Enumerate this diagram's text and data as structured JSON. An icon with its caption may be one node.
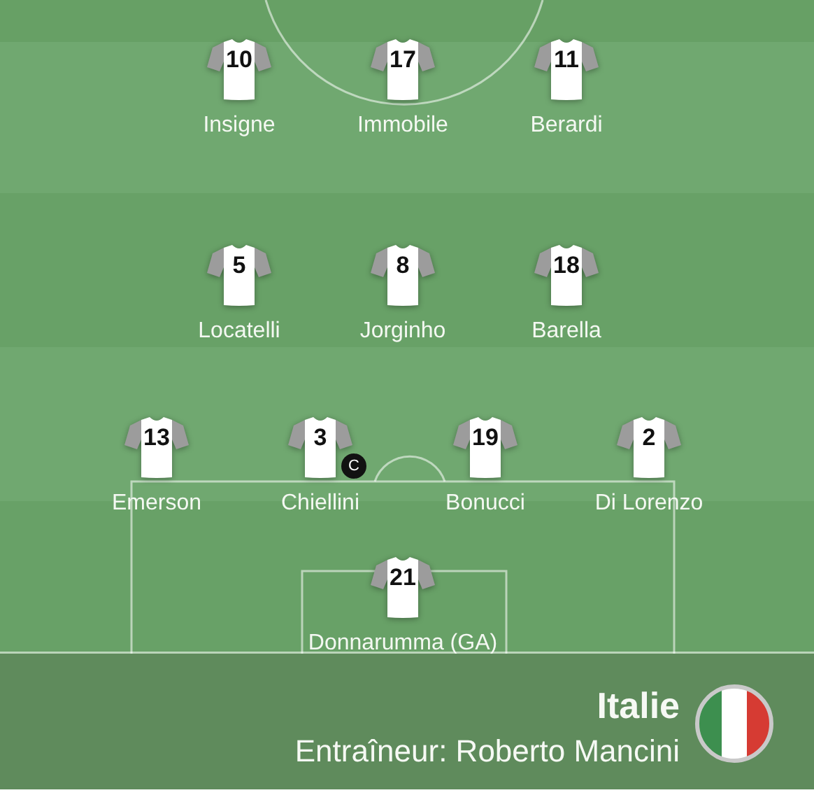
{
  "diagram": {
    "title": "Italie",
    "nodes": [
      {
        "text": [
          "10"
        ],
        "beside": [
          "Insigne"
        ]
      },
      {
        "text": [
          "17"
        ],
        "beside": [
          "Immobile"
        ]
      },
      {
        "text": [
          "11"
        ],
        "beside": [
          "Berardi"
        ]
      },
      {
        "text": [
          "5"
        ],
        "beside": [
          "Locatelli"
        ]
      },
      {
        "text": [
          "8"
        ],
        "beside": [
          "Jorginho"
        ]
      },
      {
        "text": [
          "18"
        ],
        "beside": [
          "Barella"
        ]
      },
      {
        "text": [
          "13"
        ],
        "beside": [
          "Emerson"
        ]
      },
      {
        "text": [
          "3"
        ],
        "beside": [
          "Chiellini"
        ]
      },
      {
        "text": [
          "C"
        ]
      },
      {
        "text": [
          "19"
        ],
        "beside": [
          "Bonucci"
        ]
      },
      {
        "text": [
          "2"
        ],
        "beside": [
          "Di Lorenzo"
        ]
      },
      {
        "text": [
          "21"
        ],
        "beside": [
          "Donnarumma (GA)"
        ]
      }
    ],
    "labels": [
      "Entraîneur: Roberto Mancini"
    ]
  }
}
